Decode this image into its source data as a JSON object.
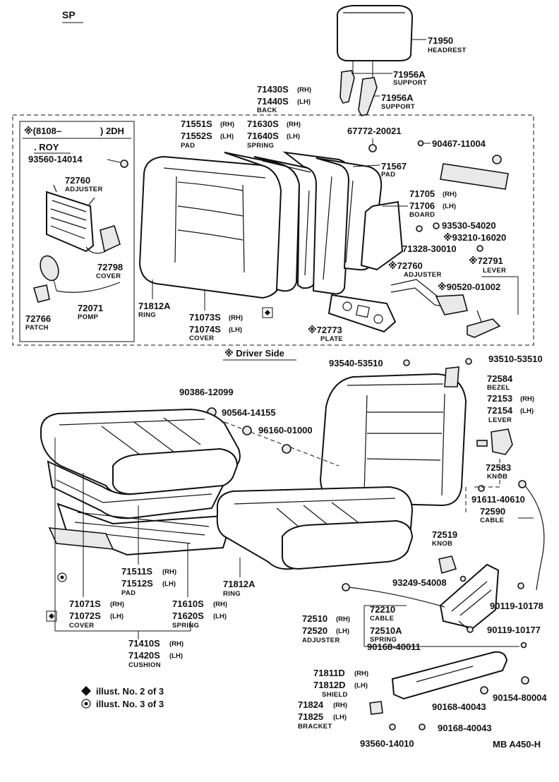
{
  "header": {
    "sp_label": "SP"
  },
  "inset": {
    "code": "※(8108–",
    "code_suffix": ") 2DH",
    "roy": ". ROY"
  },
  "driver_side": "※ Driver Side",
  "footer": {
    "ref": "MB A450-H",
    "legend": [
      {
        "symbol": "diamond",
        "text": "illust. No. 2 of 3"
      },
      {
        "symbol": "circle",
        "text": "illust. No. 3 of 3"
      }
    ]
  },
  "labels": {
    "p71950": {
      "num": "71950",
      "name": "HEADREST"
    },
    "p71956a_1": {
      "num": "71956A",
      "name": "SUPPORT"
    },
    "p71956a_2": {
      "num": "71956A",
      "name": "SUPPORT"
    },
    "p71430": {
      "num1": "71430S",
      "s1": "(RH)",
      "num2": "71440S",
      "s2": "(LH)",
      "name": "BACK"
    },
    "p71551": {
      "num1": "71551S",
      "s1": "(RH)",
      "num2": "71552S",
      "s2": "(LH)",
      "name": "PAD"
    },
    "p71630": {
      "num1": "71630S",
      "s1": "(RH)",
      "num2": "71640S",
      "s2": "(LH)",
      "name": "SPRING"
    },
    "p67772": {
      "num": "67772-20021"
    },
    "p90467": {
      "num": "90467-11004"
    },
    "p93560a": {
      "num": "93560-14014"
    },
    "p72760a": {
      "num": "72760",
      "name": "ADJUSTER"
    },
    "p71567": {
      "num": "71567",
      "name": "PAD"
    },
    "p71705": {
      "num1": "71705",
      "s1": "(RH)",
      "num2": "71706",
      "s2": "(LH)",
      "name": "BOARD"
    },
    "p93530": {
      "num": "93530-54020"
    },
    "p93210": {
      "num": "※93210-16020"
    },
    "p71328": {
      "num": "71328-30010"
    },
    "p72760b": {
      "num": "※72760",
      "name": "ADJUSTER"
    },
    "p72791": {
      "num": "※72791",
      "name": "LEVER"
    },
    "p90520": {
      "num": "※90520-01002"
    },
    "p72798": {
      "num": "72798",
      "name": "COVER"
    },
    "p71812a_1": {
      "num": "71812A",
      "name": "RING"
    },
    "p72766": {
      "num": "72766",
      "name": "PATCH"
    },
    "p72071": {
      "num": "72071",
      "name": "POMP"
    },
    "p71073": {
      "num1": "71073S",
      "s1": "(RH)",
      "num2": "71074S",
      "s2": "(LH)",
      "name": "COVER"
    },
    "p72773": {
      "num": "※72773",
      "name": "PLATE"
    },
    "p93540": {
      "num": "93540-53510"
    },
    "p93510": {
      "num": "93510-53510"
    },
    "p72584": {
      "num": "72584",
      "name": "BEZEL"
    },
    "p90386": {
      "num": "90386-12099"
    },
    "p90564": {
      "num": "90564-14155"
    },
    "p96160": {
      "num": "96160-01000"
    },
    "p72153": {
      "num1": "72153",
      "s1": "(RH)",
      "num2": "72154",
      "s2": "(LH)",
      "name": "LEVER"
    },
    "p72583": {
      "num": "72583",
      "name": "KNOB"
    },
    "p91611": {
      "num": "91611-40610"
    },
    "p72590": {
      "num": "72590",
      "name": "CABLE"
    },
    "p72519": {
      "num": "72519",
      "name": "KNOB"
    },
    "p71511": {
      "num1": "71511S",
      "s1": "(RH)",
      "num2": "71512S",
      "s2": "(LH)",
      "name": "PAD"
    },
    "p71812a_2": {
      "num": "71812A",
      "name": "RING"
    },
    "p93249": {
      "num": "93249-54008"
    },
    "p71071": {
      "num1": "71071S",
      "s1": "(RH)",
      "num2": "71072S",
      "s2": "(LH)",
      "name": "COVER"
    },
    "p71610": {
      "num1": "71610S",
      "s1": "(RH)",
      "num2": "71620S",
      "s2": "(LH)",
      "name": "SPRING"
    },
    "p90119a": {
      "num": "90119-10178"
    },
    "p72210": {
      "num": "72210",
      "name": "CABLE"
    },
    "p72510": {
      "num1": "72510",
      "s1": "(RH)",
      "num2": "72520",
      "s2": "(LH)",
      "name": "ADJUSTER"
    },
    "p72510a": {
      "num": "72510A",
      "name": "SPRING"
    },
    "p90119b": {
      "num": "90119-10177"
    },
    "p90168a": {
      "num": "90168-40011"
    },
    "p71410": {
      "num1": "71410S",
      "s1": "(RH)",
      "num2": "71420S",
      "s2": "(LH)",
      "name": "CUSHION"
    },
    "p71811": {
      "num1": "71811D",
      "s1": "(RH)",
      "num2": "71812D",
      "s2": "(LH)",
      "name": "SHIELD"
    },
    "p90154": {
      "num": "90154-80004"
    },
    "p90168b": {
      "num": "90168-40043"
    },
    "p71824": {
      "num1": "71824",
      "s1": "(RH)",
      "num2": "71825",
      "s2": "(LH)",
      "name": "BRACKET"
    },
    "p90168c": {
      "num": "90168-40043"
    },
    "p93560b": {
      "num": "93560-14010"
    }
  }
}
